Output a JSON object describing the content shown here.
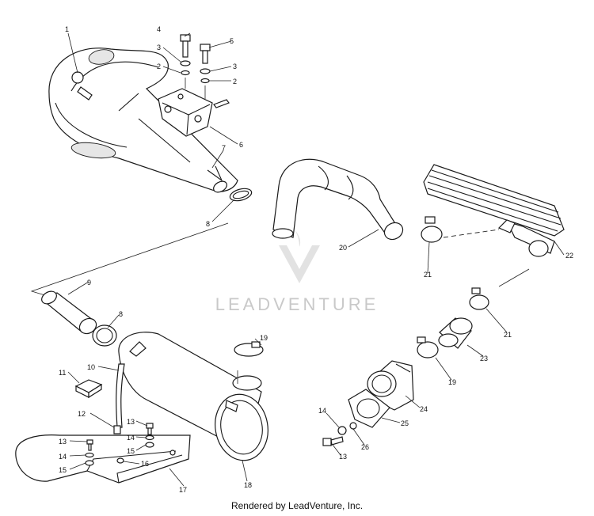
{
  "watermark": {
    "brand": "LEADVENTURE"
  },
  "footer": {
    "credit": "Rendered by LeadVenture, Inc."
  },
  "callouts": [
    {
      "id": "c1",
      "text": "1"
    },
    {
      "id": "c4",
      "text": "4"
    },
    {
      "id": "c5",
      "text": "5"
    },
    {
      "id": "c3a",
      "text": "3"
    },
    {
      "id": "c3b",
      "text": "3"
    },
    {
      "id": "c2a",
      "text": "2"
    },
    {
      "id": "c2b",
      "text": "2"
    },
    {
      "id": "c6",
      "text": "6"
    },
    {
      "id": "c7",
      "text": "7"
    },
    {
      "id": "c8a",
      "text": "8"
    },
    {
      "id": "c20",
      "text": "20"
    },
    {
      "id": "c21a",
      "text": "21"
    },
    {
      "id": "c22",
      "text": "22"
    },
    {
      "id": "c9",
      "text": "9"
    },
    {
      "id": "c8b",
      "text": "8"
    },
    {
      "id": "c19a",
      "text": "19"
    },
    {
      "id": "c21b",
      "text": "21"
    },
    {
      "id": "c23",
      "text": "23"
    },
    {
      "id": "c19b",
      "text": "19"
    },
    {
      "id": "c11",
      "text": "11"
    },
    {
      "id": "c10",
      "text": "10"
    },
    {
      "id": "c24",
      "text": "24"
    },
    {
      "id": "c14a",
      "text": "14"
    },
    {
      "id": "c25",
      "text": "25"
    },
    {
      "id": "c26",
      "text": "26"
    },
    {
      "id": "c13a",
      "text": "13"
    },
    {
      "id": "c12",
      "text": "12"
    },
    {
      "id": "c13b",
      "text": "13"
    },
    {
      "id": "c14b",
      "text": "14"
    },
    {
      "id": "c15a",
      "text": "15"
    },
    {
      "id": "c16",
      "text": "16"
    },
    {
      "id": "c13c",
      "text": "13"
    },
    {
      "id": "c14c",
      "text": "14"
    },
    {
      "id": "c15b",
      "text": "15"
    },
    {
      "id": "c17",
      "text": "17"
    },
    {
      "id": "c18",
      "text": "18"
    }
  ]
}
